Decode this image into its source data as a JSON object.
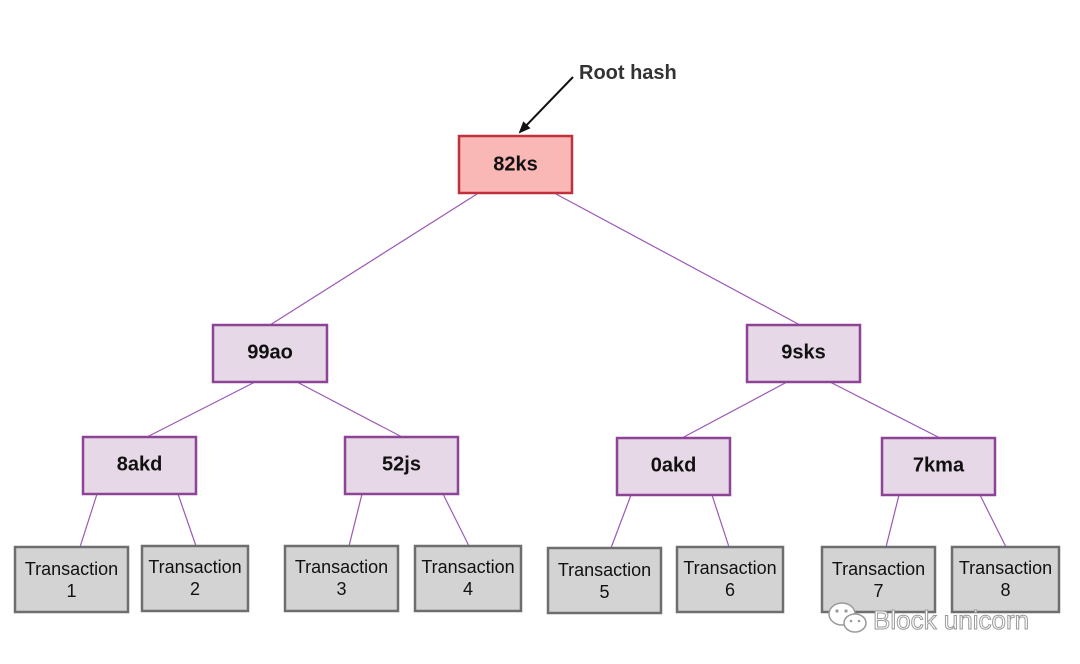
{
  "callout": {
    "label": "Root hash"
  },
  "root": {
    "label": "82ks"
  },
  "level1": [
    {
      "label": "99ao"
    },
    {
      "label": "9sks"
    }
  ],
  "level2": [
    {
      "label": "8akd"
    },
    {
      "label": "52js"
    },
    {
      "label": "0akd"
    },
    {
      "label": "7kma"
    }
  ],
  "leaves": [
    {
      "line1": "Transaction",
      "line2": "1"
    },
    {
      "line1": "Transaction",
      "line2": "2"
    },
    {
      "line1": "Transaction",
      "line2": "3"
    },
    {
      "line1": "Transaction",
      "line2": "4"
    },
    {
      "line1": "Transaction",
      "line2": "5"
    },
    {
      "line1": "Transaction",
      "line2": "6"
    },
    {
      "line1": "Transaction",
      "line2": "7"
    },
    {
      "line1": "Transaction",
      "line2": "8"
    }
  ],
  "watermark": {
    "label": "Block unicorn",
    "icon": "wechat-icon"
  },
  "colors": {
    "root_fill": "#f9b8b6",
    "root_border": "#c0313b",
    "node_fill": "#e6d8e6",
    "node_border": "#8e4496",
    "leaf_fill": "#d3d3d3",
    "leaf_border": "#6e6e6e",
    "edge": "#9b59b6"
  }
}
